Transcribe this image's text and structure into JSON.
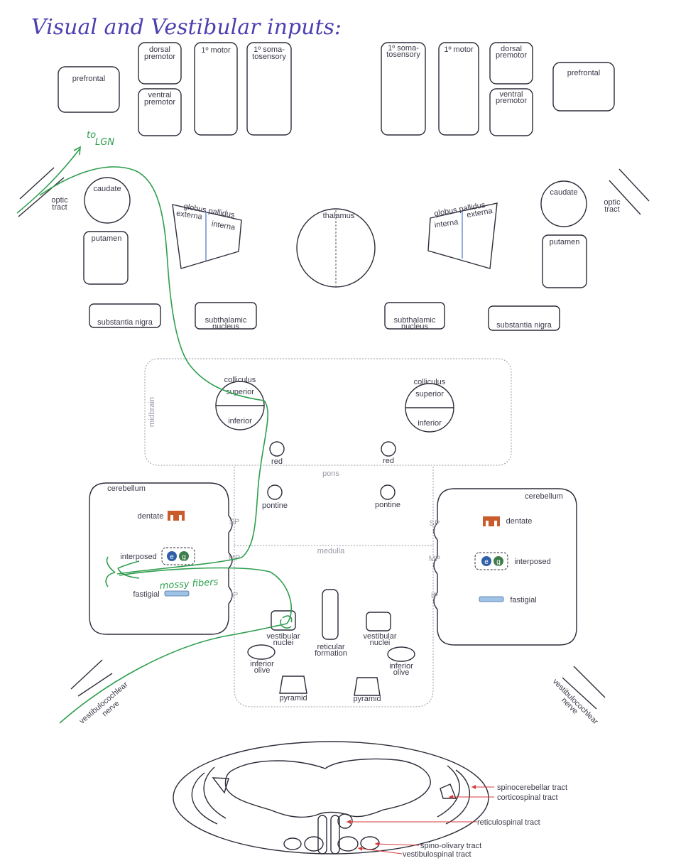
{
  "title": "Visual and Vestibular inputs:",
  "cortex": {
    "prefrontal": "prefrontal",
    "dorsal_premotor": [
      "dorsal",
      "premotor"
    ],
    "ventral_premotor": [
      "ventral",
      "premotor"
    ],
    "motor": "1º motor",
    "somatosensory": [
      "1º soma-",
      "tosensory"
    ]
  },
  "basal_ganglia": {
    "caudate": "caudate",
    "putamen": "putamen",
    "globus_pallidus": "globus pallidus",
    "externa": "externa",
    "interna": "interna",
    "thalamus": "thalamus",
    "substantia_nigra": "substantia nigra",
    "subthalamic": [
      "subthalamic",
      "nucleus"
    ]
  },
  "optic_tract": [
    "optic",
    "tract"
  ],
  "to_lgn": [
    "to",
    "LGN"
  ],
  "midbrain": {
    "region": "midbrain",
    "colliculus": "colliculus",
    "superior": "superior",
    "inferior": "inferior",
    "red": "red"
  },
  "pons": {
    "region": "pons",
    "pontine": "pontine"
  },
  "cerebellum": {
    "region": "cerebellum",
    "dentate": "dentate",
    "interposed": "interposed",
    "e": "e",
    "g": "g",
    "fastigial": "fastigial",
    "sp": "SP",
    "mp": "MP",
    "ip": "IP",
    "mossy_fibers": "mossy fibers"
  },
  "medulla": {
    "region": "medulla",
    "vestibular_nuclei": [
      "vestibular",
      "nuclei"
    ],
    "reticular_formation": [
      "reticular",
      "formation"
    ],
    "inferior_olive": [
      "inferior",
      "olive"
    ],
    "pyramid": "pyramid"
  },
  "vestibulocochlear": [
    "vestibulocochlear",
    "nerve"
  ],
  "spinal_tracts": {
    "spinocerebellar": "spinocerebellar tract",
    "corticospinal": "corticospinal tract",
    "reticulospinal": "reticulospinal tract",
    "spino_olivary": "spino-olivary tract",
    "vestibulospinal": "vestibulospinal tract"
  },
  "colors": {
    "title": "#4b3fb0",
    "outline": "#2c2c3a",
    "green_pathway": "#2e9e4e",
    "red_arrows": "#d83a3a",
    "dentate_fill": "#c95b2c",
    "interposed_e": "#2f5fa8",
    "interposed_g": "#3e7d4a",
    "fastigial_fill": "#9fc3e6",
    "pallidus_divider": "#6a8fd0"
  }
}
